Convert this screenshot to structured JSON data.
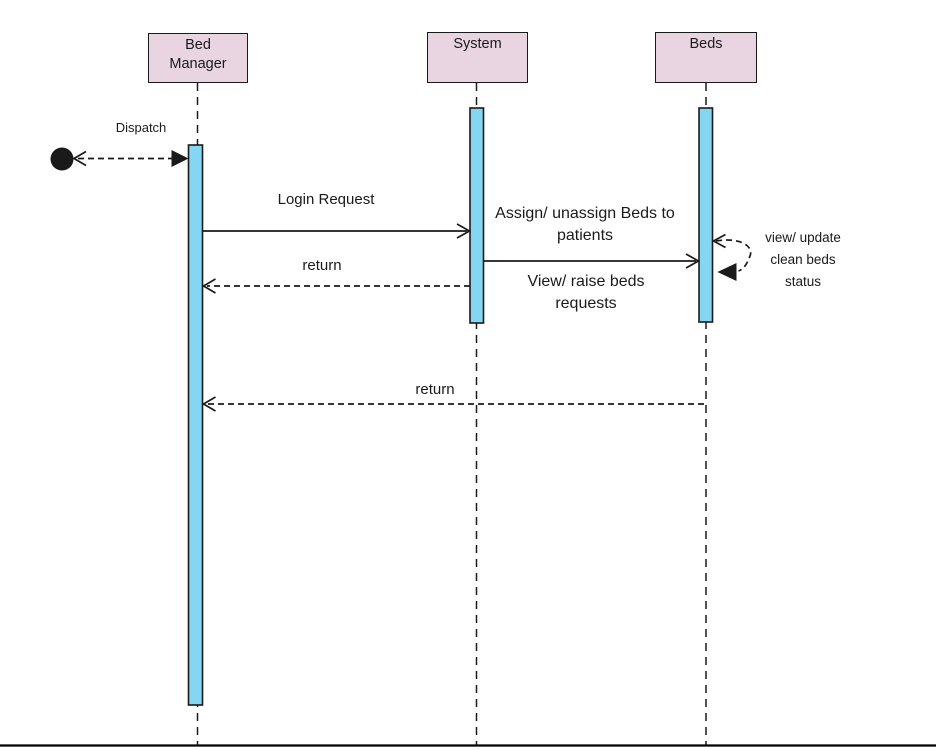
{
  "actors": [
    {
      "label": "Bed Manager"
    },
    {
      "label": "System"
    },
    {
      "label": "Beds"
    }
  ],
  "messages": {
    "dispatch": "Dispatch",
    "login_request": "Login Request",
    "assign_unassign": "Assign/ unassign Beds to patients",
    "view_raise": "View/ raise beds requests",
    "return_system_to_manager": "return",
    "view_update_self": "view/ update clean beds status",
    "return_beds_to_manager": "return"
  },
  "colors": {
    "actor_fill": "#e9d5e2",
    "actor_border": "#1a1a1a",
    "activation_fill": "#85d6f2",
    "activation_border": "#1a1a1a",
    "line": "#1a1a1a",
    "background": "#ffffff"
  }
}
